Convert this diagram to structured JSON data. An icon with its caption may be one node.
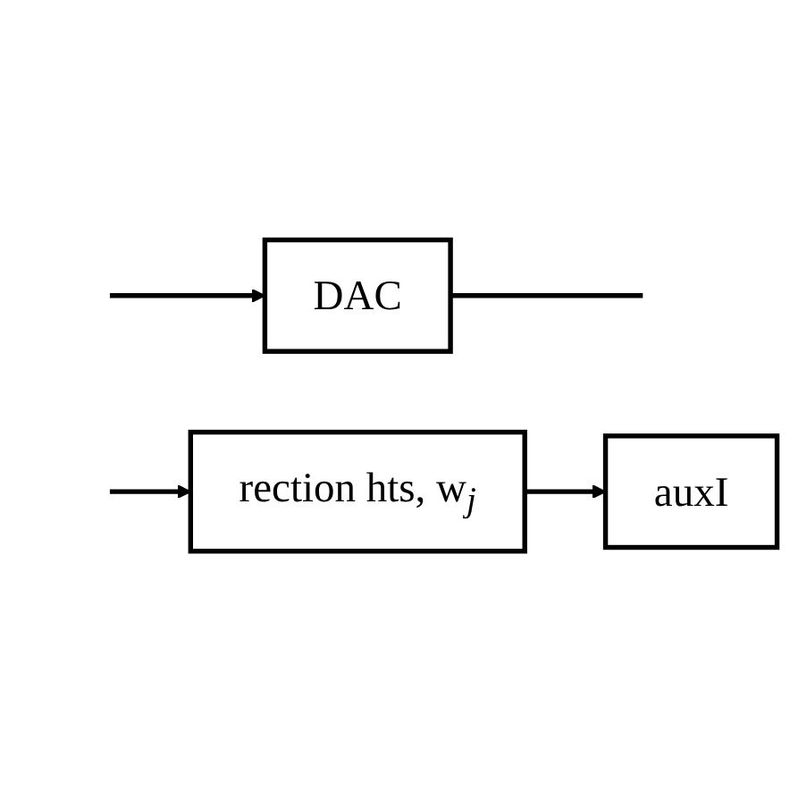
{
  "diagram": {
    "nodes": [
      {
        "text": [
          "DAC"
        ]
      },
      {
        "text": [
          "rection hts, w$_{j}$"
        ]
      },
      {
        "text": [
          "auxI"
        ]
      }
    ],
    "edges": [
      {
        "from": null,
        "to": 0,
        "arrow": "to"
      },
      {
        "from": null,
        "to": 1,
        "arrow": "to"
      },
      {
        "from": 0,
        "to": null,
        "arrow": "none"
      },
      {
        "from": 1,
        "to": 2,
        "arrow": "to"
      }
    ]
  }
}
